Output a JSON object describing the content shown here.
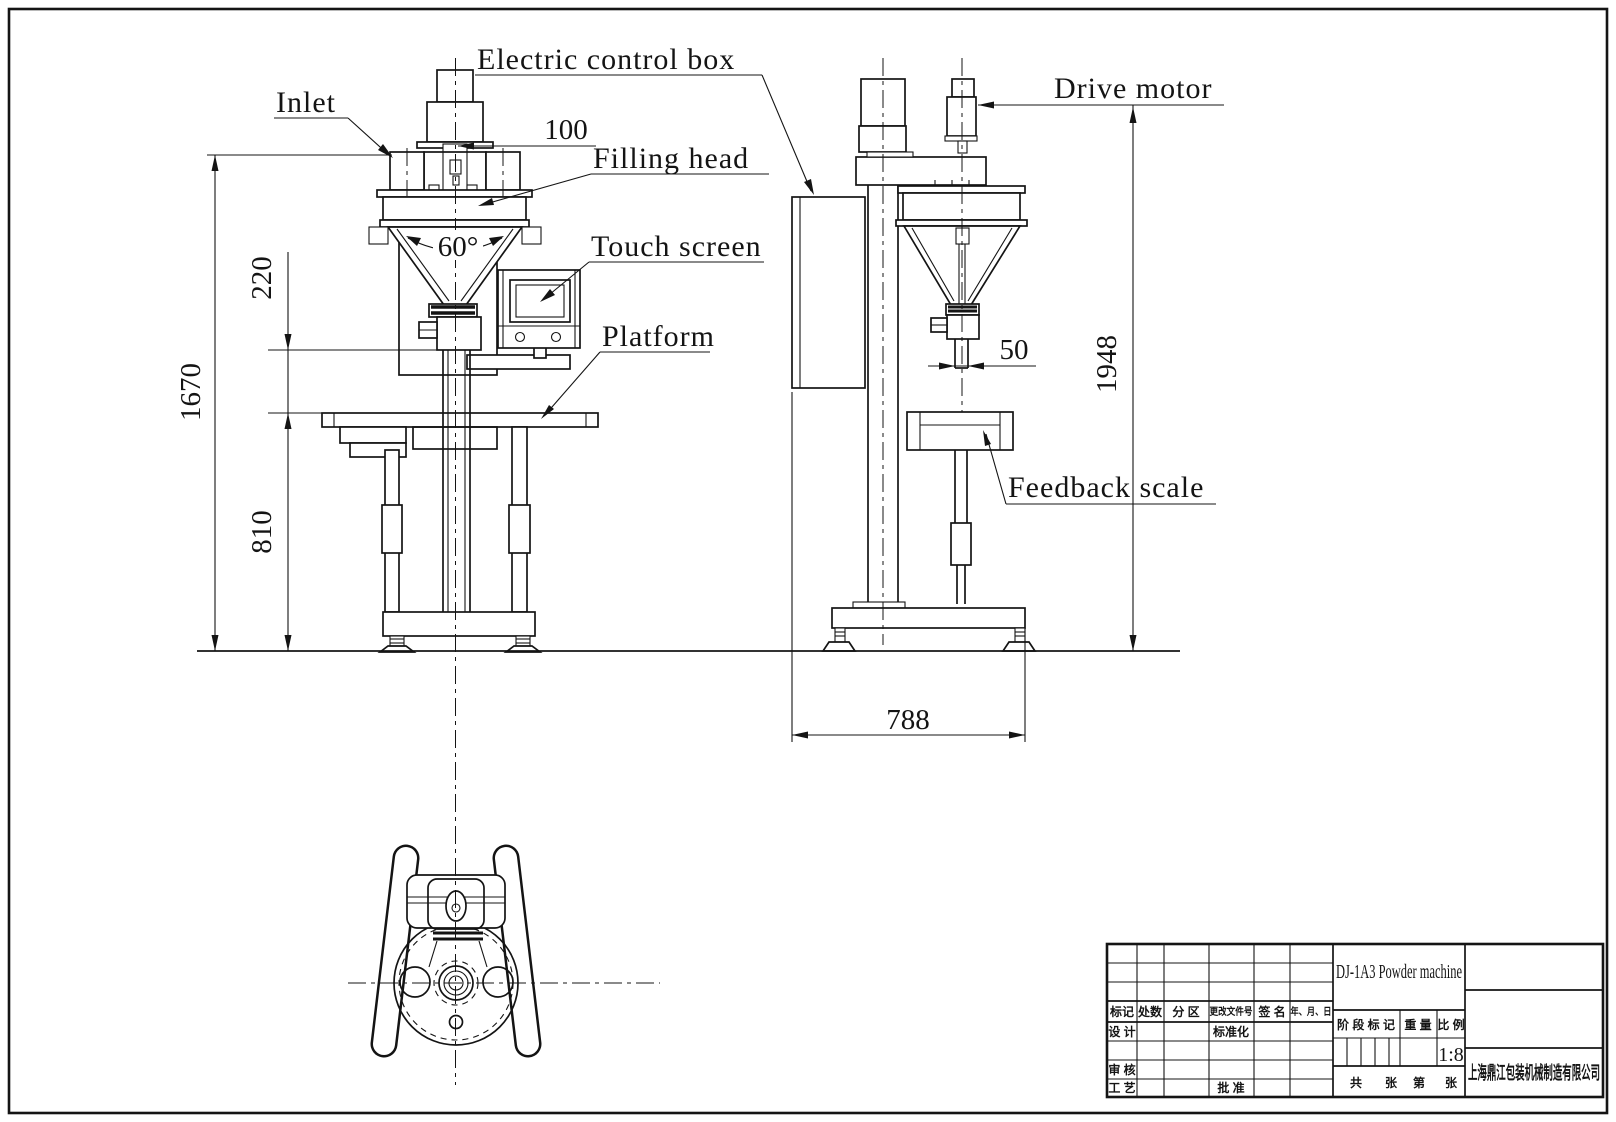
{
  "labels": {
    "inlet": "Inlet",
    "electric_control_box": "Electric control box",
    "filling_head": "Filling head",
    "touch_screen": "Touch screen",
    "platform": "Platform",
    "drive_motor": "Drive motor",
    "feedback_scale": "Feedback scale"
  },
  "dimensions": {
    "d100": "100",
    "d60": "60°",
    "d220": "220",
    "d1670": "1670",
    "d810": "810",
    "d50": "50",
    "d1948": "1948",
    "d788": "788"
  },
  "title_block": {
    "title": "DJ-1A3 Powder machine",
    "company": "上海鼎江包装机械制造有限公司",
    "scale_value": "1:8",
    "rev_headers": [
      "标记",
      "处数",
      "分 区",
      "更改文件号",
      "签 名",
      "年、月、日"
    ],
    "design": "设 计",
    "standardization": "标准化",
    "check": "审 核",
    "process": "工 艺",
    "approve": "批 准",
    "stage_mark": "阶 段 标 记",
    "weight": "重 量",
    "scale_label": "比 例",
    "sheet": [
      "共",
      "张",
      "第",
      "张"
    ]
  }
}
